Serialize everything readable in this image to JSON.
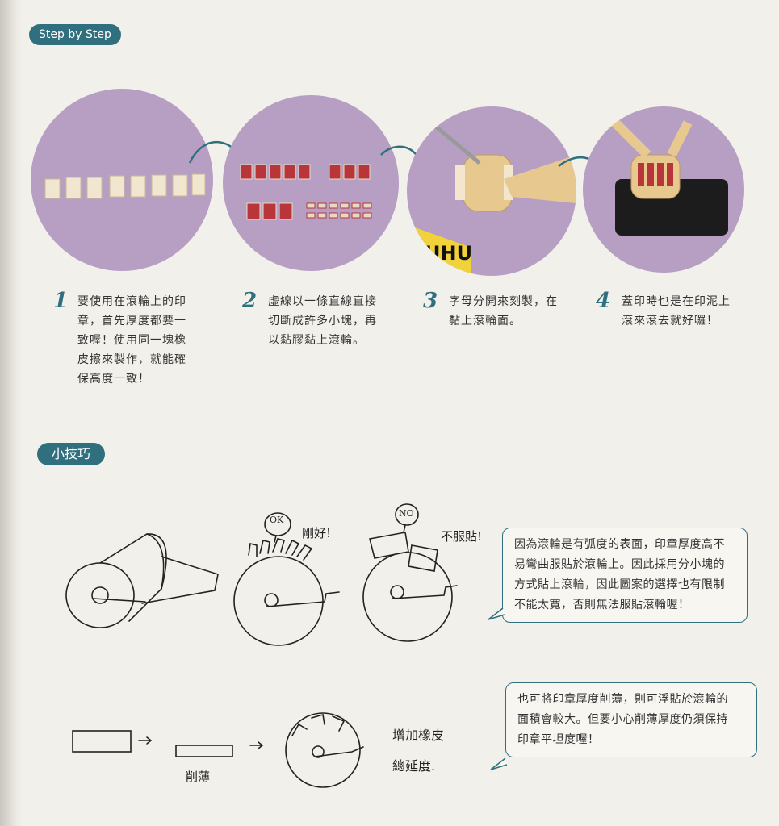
{
  "header": {
    "section_label": "Step by Step"
  },
  "steps": [
    {
      "number": "1",
      "lines": [
        "要使用在滾輪上的印",
        "章，首先厚度都要一",
        "致喔！使用同一塊橡",
        "皮擦來製作，就能確",
        "保高度一致！"
      ]
    },
    {
      "number": "2",
      "lines": [
        "虛線以一條直線直接",
        "切斷成許多小塊，再",
        "以黏膠黏上滾輪。"
      ]
    },
    {
      "number": "3",
      "lines": [
        "字母分開來刻製，在",
        "黏上滾輪面。"
      ]
    },
    {
      "number": "4",
      "lines": [
        "蓋印時也是在印泥上",
        "滾來滾去就好囉！"
      ]
    }
  ],
  "photo": {
    "glue_brand": "UHU"
  },
  "tips": {
    "section_label": "小技巧",
    "sketch": {
      "ok_bubble": "OK",
      "ok_note": "剛好!",
      "no_bubble": "NO",
      "no_note": "不服貼!",
      "thin_label": "削薄",
      "increase_line1": "增加橡皮",
      "increase_line2": "總延度."
    },
    "note1_lines": [
      "因為滾輪是有弧度的表面，印章厚度高不",
      "易彎曲服貼於滾輪上。因此採用分小塊的",
      "方式貼上滾輪，因此圖案的選擇也有限制",
      "不能太寬，否則無法服貼滾輪喔！"
    ],
    "note2_lines": [
      "也可將印章厚度削薄，則可浮貼於滾輪的",
      "面積會較大。但要小心削薄厚度仍須保持",
      "印章平坦度喔！"
    ]
  },
  "colors": {
    "accent": "#2f6f7e",
    "photo_bg": "#b79fc4",
    "stamp_red": "#b8363a"
  }
}
